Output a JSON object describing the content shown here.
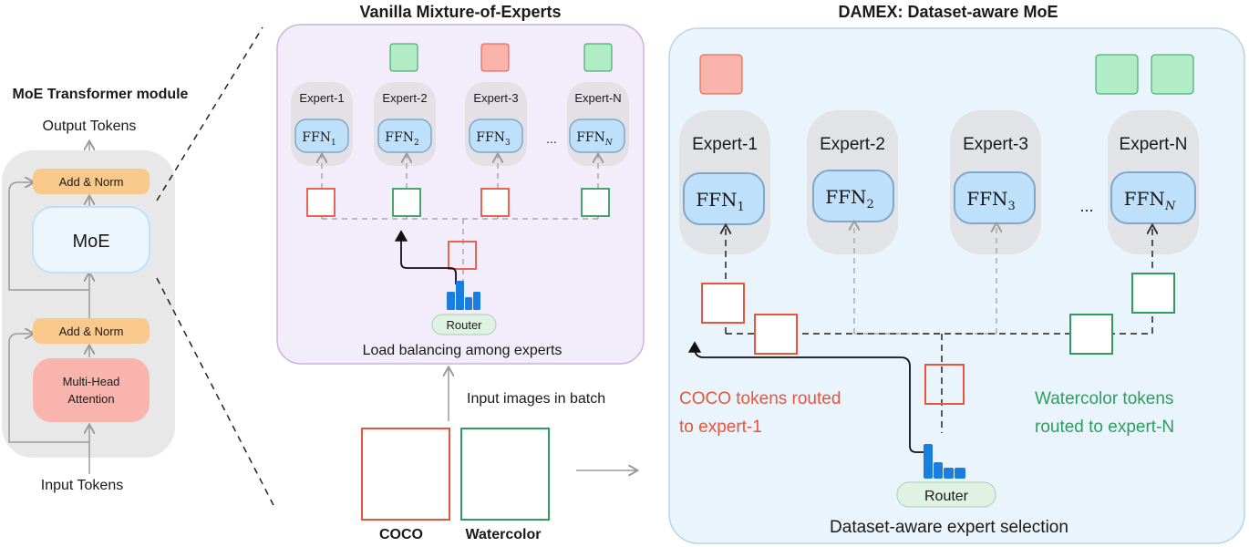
{
  "left": {
    "title": "MoE Transformer module",
    "output_tokens": "Output Tokens",
    "input_tokens": "Input Tokens",
    "add_norm_top": "Add & Norm",
    "moe": "MoE",
    "add_norm_bottom": "Add & Norm",
    "attention_line1": "Multi-Head",
    "attention_line2": "Attention"
  },
  "vanilla": {
    "title": "Vanilla Mixture-of-Experts",
    "experts": [
      {
        "label": "Expert-1",
        "ffn": "FFN",
        "sub": "1"
      },
      {
        "label": "Expert-2",
        "ffn": "FFN",
        "sub": "2"
      },
      {
        "label": "Expert-3",
        "ffn": "FFN",
        "sub": "3"
      },
      {
        "label": "Expert-N",
        "ffn": "FFN",
        "sub": "N"
      }
    ],
    "ellipsis": "...",
    "router": "Router",
    "caption": "Load balancing among experts"
  },
  "input": {
    "caption": "Input images in batch",
    "coco": "COCO",
    "watercolor": "Watercolor"
  },
  "damex": {
    "title": "DAMEX: Dataset-aware MoE",
    "experts": [
      {
        "label": "Expert-1",
        "ffn": "FFN",
        "sub": "1"
      },
      {
        "label": "Expert-2",
        "ffn": "FFN",
        "sub": "2"
      },
      {
        "label": "Expert-3",
        "ffn": "FFN",
        "sub": "3"
      },
      {
        "label": "Expert-N",
        "ffn": "FFN",
        "sub": "N"
      }
    ],
    "ellipsis": "...",
    "coco_note_line1": "COCO tokens routed",
    "coco_note_line2": "to expert-1",
    "water_note_line1": "Watercolor tokens",
    "water_note_line2": "routed to expert-N",
    "router": "Router",
    "caption": "Dataset-aware expert selection"
  },
  "colors": {
    "coco_red": "#e8553d",
    "water_green": "#2e9e5e",
    "router_blue": "#1a7de0",
    "ffn_fill": "#bfe0fb",
    "purple_panel": "#f3ecfb",
    "blue_panel": "#eaf4fc"
  }
}
